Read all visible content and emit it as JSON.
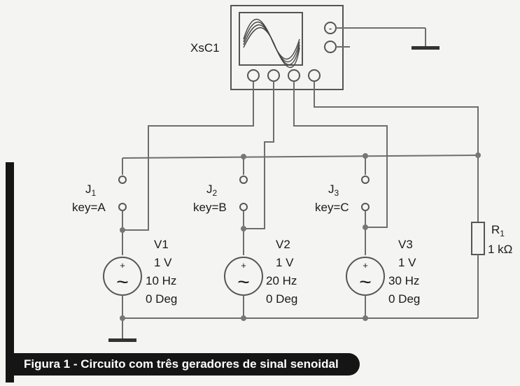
{
  "scope": {
    "label": "XsC1"
  },
  "switches": [
    {
      "name": "J",
      "sub": "1",
      "key": "key=A"
    },
    {
      "name": "J",
      "sub": "2",
      "key": "key=B"
    },
    {
      "name": "J",
      "sub": "3",
      "key": "key=C"
    }
  ],
  "sources": [
    {
      "name": "V1",
      "amplitude": "1 V",
      "frequency": "10 Hz",
      "phase": "0 Deg"
    },
    {
      "name": "V2",
      "amplitude": "1 V",
      "frequency": "20 Hz",
      "phase": "0 Deg"
    },
    {
      "name": "V3",
      "amplitude": "1 V",
      "frequency": "30 Hz",
      "phase": "0 Deg"
    }
  ],
  "resistor": {
    "name": "R",
    "sub": "1",
    "value": "1 kΩ"
  },
  "caption": "Figura 1 - Circuito com três geradores de sinal senoidal",
  "symbols": {
    "plus": "+",
    "minus": "-",
    "tilde": "~"
  }
}
